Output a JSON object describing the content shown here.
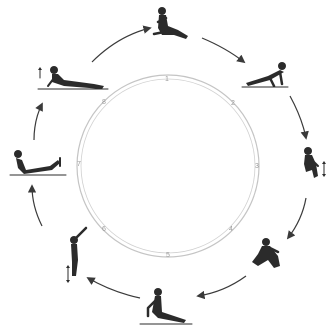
{
  "diagram": {
    "step_numbers": [
      "1",
      "2",
      "3",
      "4",
      "5",
      "6",
      "7",
      "8"
    ],
    "figures": [
      "seated-twist-pose",
      "plank-pose",
      "seated-knees-up-pose",
      "rolling-crouch-pose",
      "seated-leg-stretch-pose",
      "standing-arms-up-pose",
      "lying-leg-raise-pose",
      "cobra-pose"
    ],
    "colors": {
      "figure": "#2b2b2b",
      "ring": "#bdbdbd",
      "arrow": "#3a3a3a",
      "number": "#9a9a9a"
    }
  }
}
